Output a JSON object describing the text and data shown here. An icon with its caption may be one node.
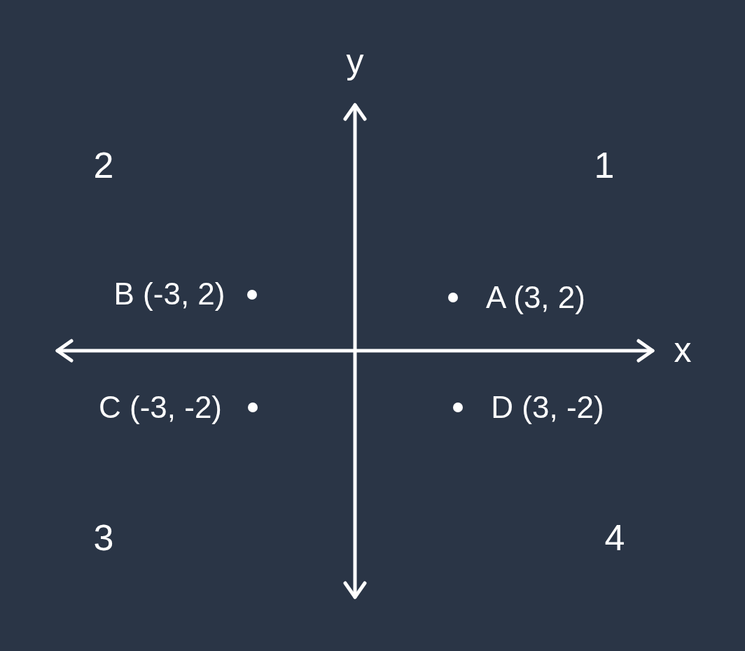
{
  "diagram": {
    "labels": [
      "y",
      "2",
      "1",
      "B (-3, 2)",
      "A (3, 2)",
      "x",
      "C (-3, -2)",
      "D (3, -2)",
      "3",
      "4"
    ]
  }
}
